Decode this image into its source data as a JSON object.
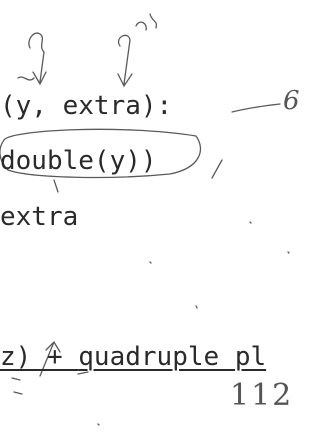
{
  "code_lines": [
    "(y, extra):",
    "double(y))",
    "extra",
    "z) + ",
    "quadruple_pl"
  ],
  "handwritten": {
    "mark_six": "6",
    "value_112": "112"
  }
}
